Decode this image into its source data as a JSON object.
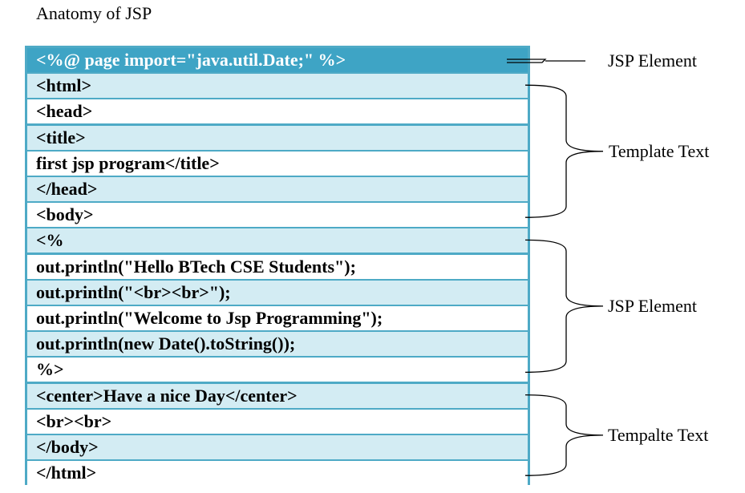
{
  "title": "Anatomy of JSP",
  "code_lines": [
    {
      "text": "<%@ page import=\"java.util.Date;\" %>",
      "style": "header"
    },
    {
      "text": "<html>",
      "style": "shaded"
    },
    {
      "text": "<head>",
      "style": "plain"
    },
    {
      "text": "<title>",
      "style": "shaded"
    },
    {
      "text": "first jsp program</title>",
      "style": "plain"
    },
    {
      "text": "</head>",
      "style": "shaded"
    },
    {
      "text": "<body>",
      "style": "plain"
    },
    {
      "text": "<%",
      "style": "shaded"
    },
    {
      "text": "out.println(\"Hello BTech CSE  Students\");",
      "style": "plain"
    },
    {
      "text": "out.println(\"<br><br>\");",
      "style": "shaded"
    },
    {
      "text": "out.println(\"Welcome to Jsp Programming\");",
      "style": "plain"
    },
    {
      "text": "out.println(new Date().toString());",
      "style": "shaded"
    },
    {
      "text": "%>",
      "style": "plain"
    },
    {
      "text": "<center>Have a nice Day</center>",
      "style": "shaded"
    },
    {
      "text": "<br><br>",
      "style": "plain"
    },
    {
      "text": "</body>",
      "style": "shaded"
    },
    {
      "text": "</html>",
      "style": "plain"
    }
  ],
  "annotations": [
    {
      "label": "JSP Element",
      "first_line": 0,
      "last_line": 0
    },
    {
      "label": "Template Text",
      "first_line": 1,
      "last_line": 6
    },
    {
      "label": "JSP Element",
      "first_line": 7,
      "last_line": 12
    },
    {
      "label": "Tempalte Text",
      "first_line": 13,
      "last_line": 16
    }
  ]
}
